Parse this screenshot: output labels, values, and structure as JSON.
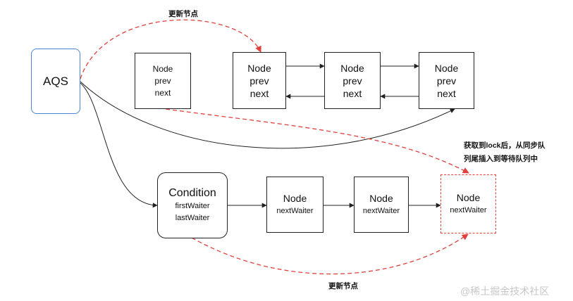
{
  "aqs": {
    "label": "AQS"
  },
  "top_nodes": [
    {
      "lines": [
        "Node",
        "prev",
        "next"
      ]
    },
    {
      "lines": [
        "Node",
        "prev",
        "next"
      ]
    },
    {
      "lines": [
        "Node",
        "prev",
        "next"
      ]
    },
    {
      "lines": [
        "Node",
        "prev",
        "next"
      ]
    }
  ],
  "condition": {
    "title": "Condition",
    "lines": [
      "firstWaiter",
      "lastWaiter"
    ]
  },
  "wait_nodes": [
    {
      "title": "Node",
      "sub": "nextWaiter"
    },
    {
      "title": "Node",
      "sub": "nextWaiter"
    },
    {
      "title": "Node",
      "sub": "nextWaiter"
    }
  ],
  "annotations": {
    "update_top": "更新节点",
    "update_bottom": "更新节点",
    "lock_note_line1": "获取到lock后，从同步队",
    "lock_note_line2": "列尾插入到等待队列中"
  },
  "watermark": "@稀土掘金技术社区",
  "colors": {
    "dashed": "#e0403c",
    "aqs_border": "#4a84d6",
    "line": "#222222"
  }
}
